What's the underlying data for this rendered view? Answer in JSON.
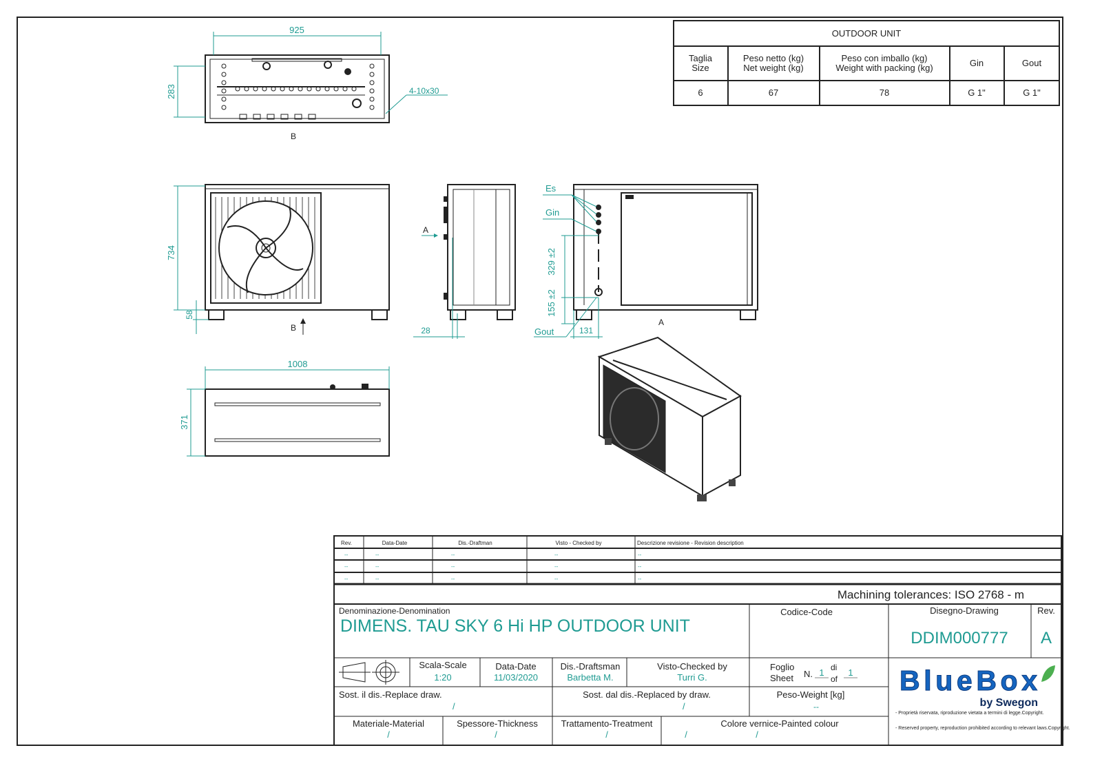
{
  "colors": {
    "accent": "#1f9b92",
    "logo_blue": "#1565c0",
    "logo_leaf": "#4caf50",
    "line": "#222222"
  },
  "views": {
    "top": {
      "dim_width": "925",
      "dim_height": "283",
      "holes": "4-10x30",
      "label": "B"
    },
    "front": {
      "dim_height": "734",
      "dim_feet": "58",
      "label": "B"
    },
    "side": {
      "arrow_label": "A",
      "dim_offset": "28"
    },
    "rear": {
      "es": "Es",
      "gin": "Gin",
      "gout": "Gout",
      "dim_329": "329 ±2",
      "dim_155": "155 ±2",
      "dim_131": "131",
      "label": "A"
    },
    "bottom": {
      "dim_width": "1008",
      "dim_depth": "371"
    }
  },
  "outdoor_table": {
    "title": "OUTDOOR UNIT",
    "headers": [
      [
        "Taglia",
        "Size"
      ],
      [
        "Peso netto (kg)",
        "Net weight (kg)"
      ],
      [
        "Peso con imballo (kg)",
        "Weight with packing (kg)"
      ],
      [
        "Gin"
      ],
      [
        "Gout"
      ]
    ],
    "row": [
      "6",
      "67",
      "78",
      "G 1\"",
      "G 1\""
    ]
  },
  "revisions": {
    "headers": [
      "Rev.",
      "Data-Date",
      "Dis.-Draftman",
      "Visto - Checked by",
      "Descrizione revisione - Revision description"
    ],
    "rows": [
      [
        "--",
        "--",
        "--",
        "--",
        "--"
      ],
      [
        "--",
        "--",
        "--",
        "--",
        "--"
      ],
      [
        "--",
        "--",
        "--",
        "--",
        "--"
      ]
    ]
  },
  "title_block": {
    "tolerances": "Machining tolerances: ISO 2768 - m",
    "denomination_label": "Denominazione-Denomination",
    "denomination": "DIMENS. TAU SKY 6 Hi HP OUTDOOR UNIT",
    "code_label": "Codice-Code",
    "drawing_label": "Disegno-Drawing",
    "drawing": "DDIM000777",
    "rev_label": "Rev.",
    "rev": "A",
    "scale_label": "Scala-Scale",
    "scale": "1:20",
    "date_label": "Data-Date",
    "date": "11/03/2020",
    "draftsman_label": "Dis.-Draftsman",
    "draftsman": "Barbetta M.",
    "checked_label": "Visto-Checked by",
    "checked": "Turri G.",
    "sheet_label_1": "Foglio",
    "sheet_label_2": "Sheet",
    "sheet_n": "N.",
    "sheet_num": "1",
    "sheet_of_1": "di",
    "sheet_of_2": "of",
    "sheet_total": "1",
    "replace_label": "Sost. il dis.-Replace draw.",
    "replace": "/",
    "replaced_label": "Sost. dal dis.-Replaced by draw.",
    "replaced": "/",
    "weight_label": "Peso-Weight [kg]",
    "weight": "--",
    "material_label": "Materiale-Material",
    "material": "/",
    "thickness_label": "Spessore-Thickness",
    "thickness": "/",
    "treatment_label": "Trattamento-Treatment",
    "treatment": "/",
    "colour_label": "Colore vernice-Painted colour",
    "colour_1": "/",
    "colour_2": "/",
    "logo": "BlueBox",
    "logo_sub": "by Swegon",
    "copyright_1": "- Proprietà riservata, riproduzione vietata a termini di legge.Copyright.",
    "copyright_2": "- Reserved property, reproduction prohibited according to relevant laws.Copyright."
  }
}
